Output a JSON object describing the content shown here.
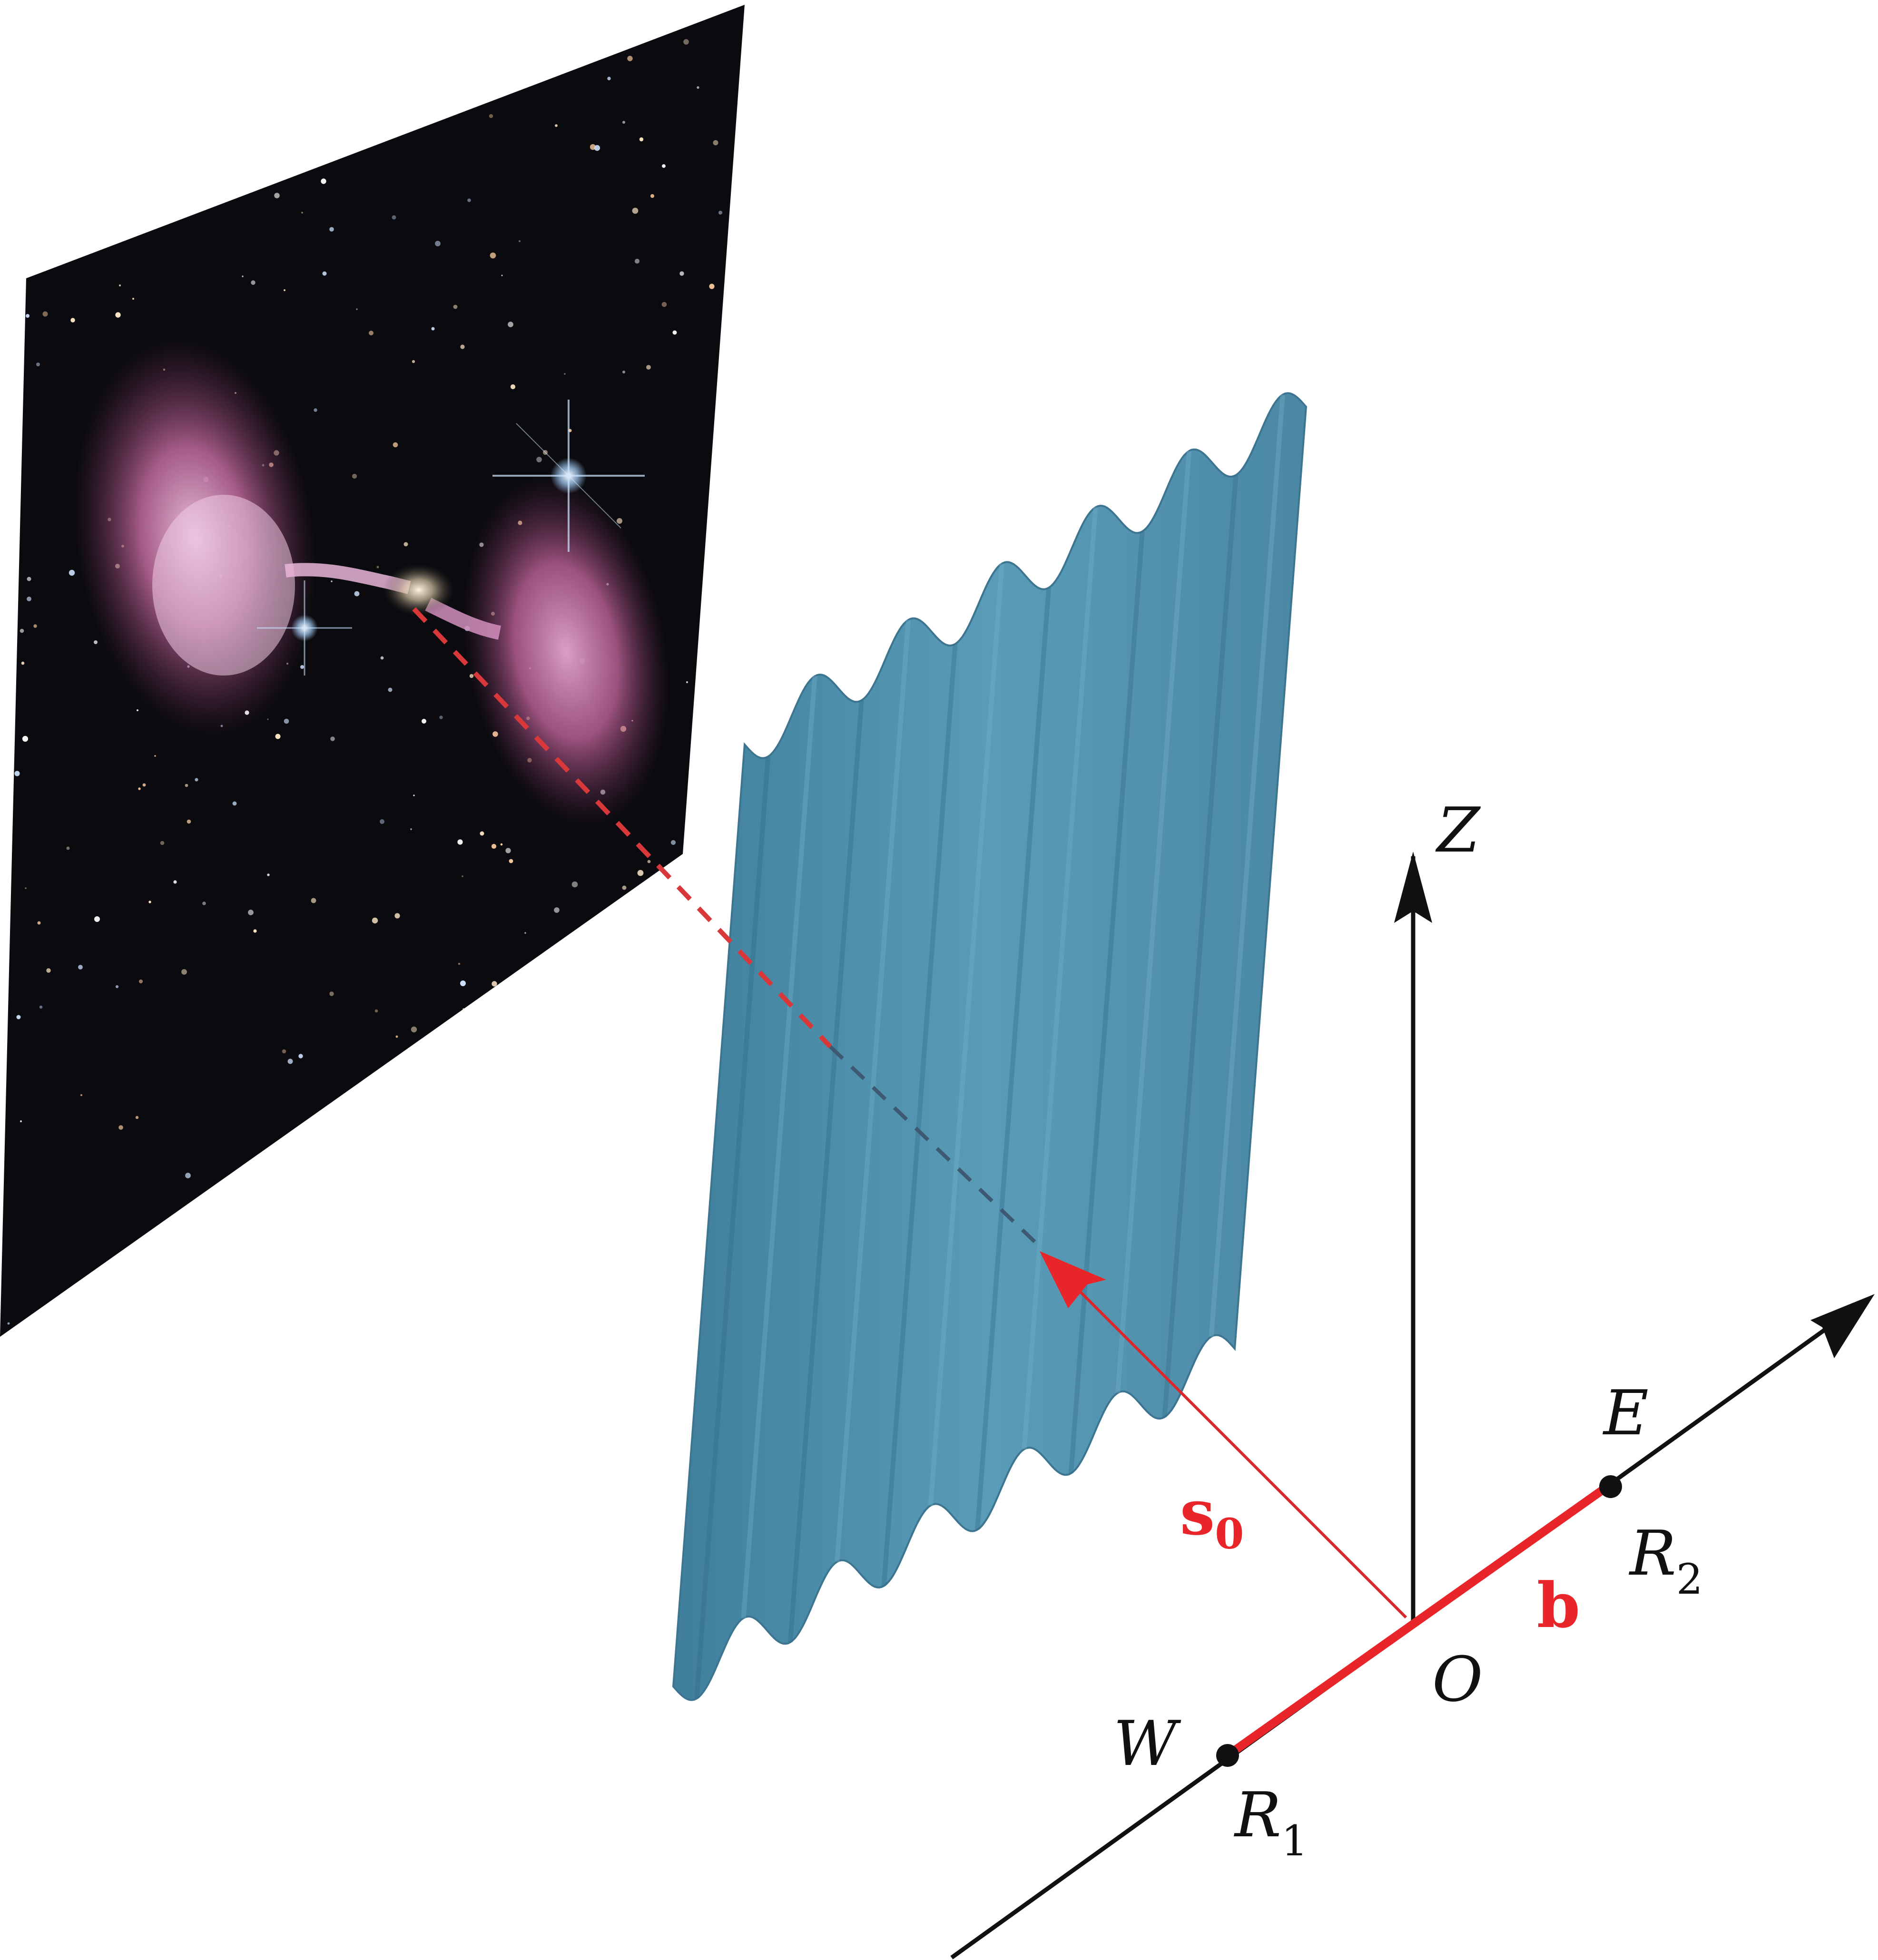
{
  "labels": {
    "z_axis": "Z",
    "east": "E",
    "west": "W",
    "origin": "O",
    "r1_main": "R",
    "r1_sub": "1",
    "r2_main": "R",
    "r2_sub": "2",
    "baseline_vector": "b",
    "source_vector_main": "s",
    "source_vector_sub": "0"
  },
  "colors": {
    "vector_red": "#e8262a",
    "axis_black": "#111111",
    "wavefront_blue": "#4b8ca8",
    "sky_background": "#0b0b0f",
    "radio_lobes": "#c66a9a"
  },
  "icons": {
    "galaxy_image": "radio-galaxy-sky-panel",
    "wavefront": "corrugated-wavefront-sheet"
  }
}
